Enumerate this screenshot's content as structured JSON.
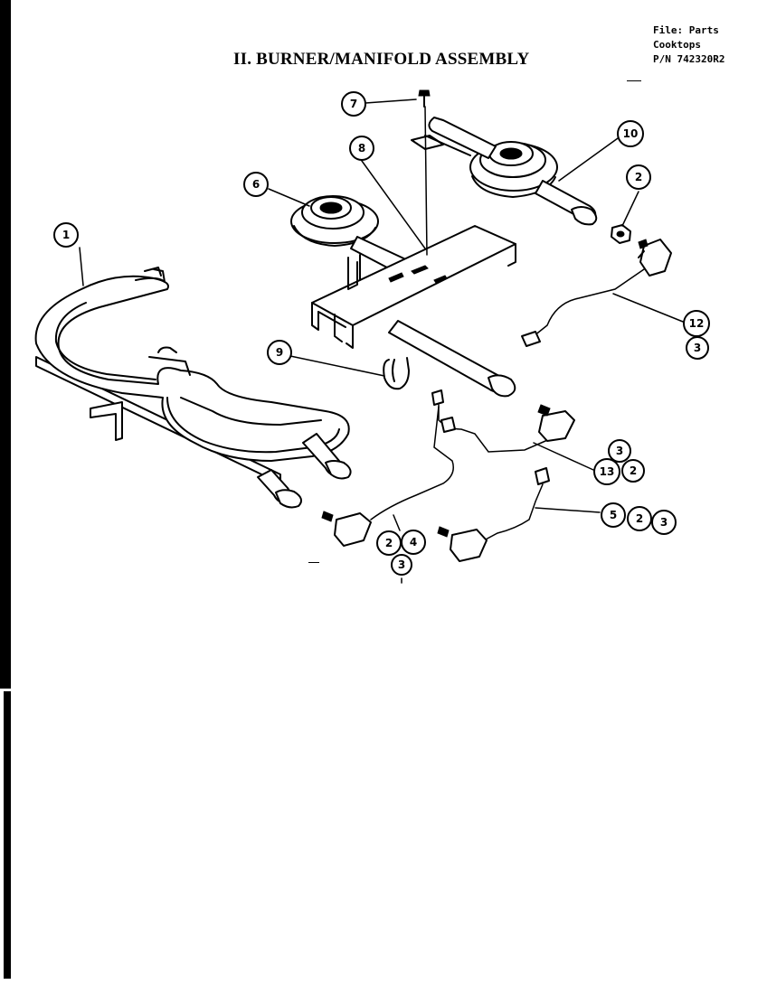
{
  "file_info": {
    "line1": "File: Parts",
    "line2": "Cooktops",
    "line3": "P/N 742320R2"
  },
  "title": "II. BURNER/MANIFOLD ASSEMBLY",
  "callouts": [
    {
      "id": "c1",
      "label": "1"
    },
    {
      "id": "c2a",
      "label": "2"
    },
    {
      "id": "c6",
      "label": "6"
    },
    {
      "id": "c7",
      "label": "7"
    },
    {
      "id": "c8",
      "label": "8"
    },
    {
      "id": "c9",
      "label": "9"
    },
    {
      "id": "c10",
      "label": "10"
    },
    {
      "id": "c12",
      "label": "12"
    },
    {
      "id": "c3a",
      "label": "3"
    },
    {
      "id": "c3b",
      "label": "3"
    },
    {
      "id": "c13",
      "label": "13"
    },
    {
      "id": "c2b",
      "label": "2"
    },
    {
      "id": "c5",
      "label": "5"
    },
    {
      "id": "c2c",
      "label": "2"
    },
    {
      "id": "c3c",
      "label": "3"
    },
    {
      "id": "c2d",
      "label": "2"
    },
    {
      "id": "c4",
      "label": "4"
    },
    {
      "id": "c3d",
      "label": "3"
    }
  ]
}
